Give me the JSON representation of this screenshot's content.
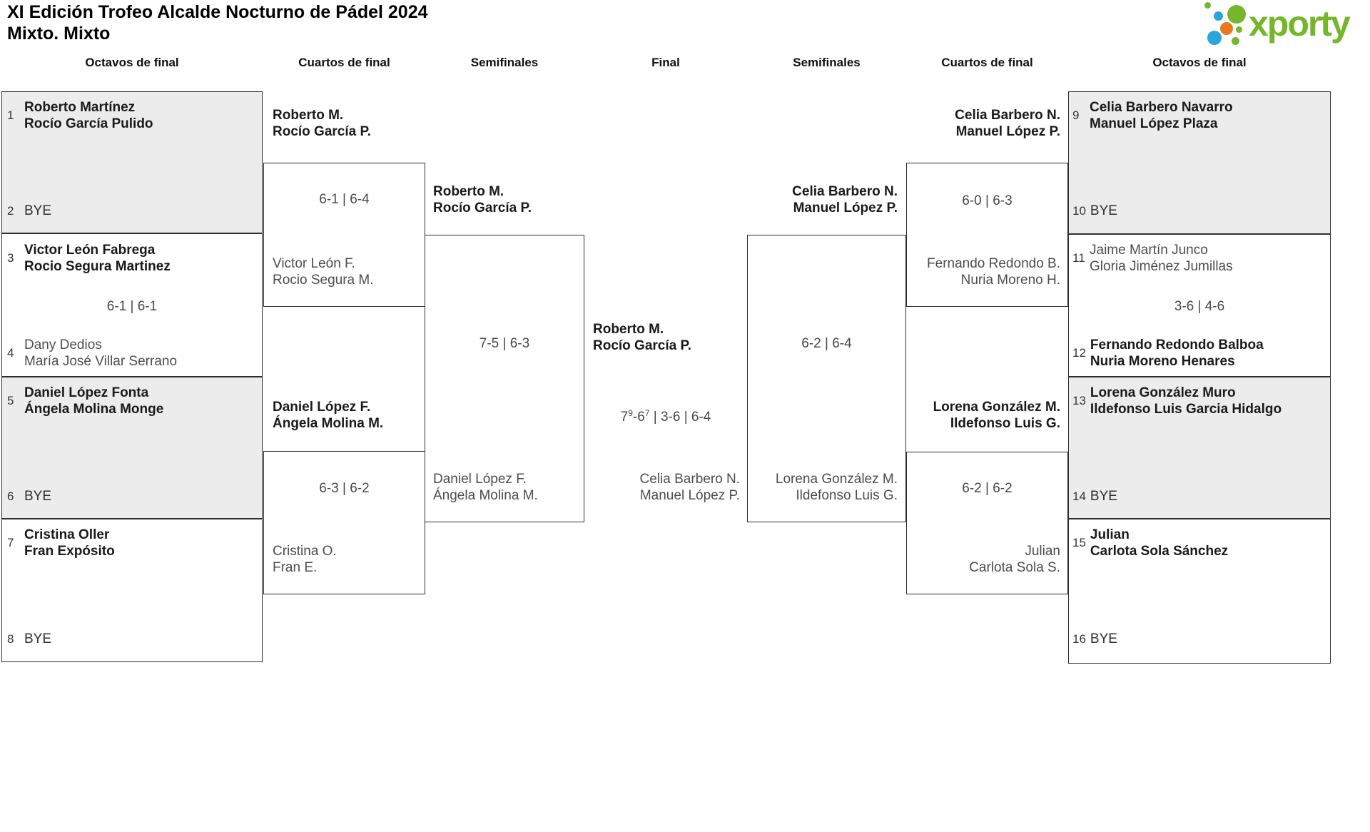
{
  "header": {
    "title": "XI Edición Trofeo Alcalde Nocturno de Pádel 2024",
    "subtitle": "Mixto. Mixto",
    "logo_text": "xporty"
  },
  "round_headers": [
    "Octavos de final",
    "Cuartos de final",
    "Semifinales",
    "Final",
    "Semifinales",
    "Cuartos de final",
    "Octavos de final"
  ],
  "octavos_left": {
    "m1": {
      "seed_a": "1",
      "team_a": [
        "Roberto Martínez",
        "Rocío García Pulido"
      ],
      "seed_b": "2",
      "bye": "BYE"
    },
    "m2": {
      "seed_a": "3",
      "team_a": [
        "Victor León Fabrega",
        "Rocio Segura Martinez"
      ],
      "score": "6-1 | 6-1",
      "seed_b": "4",
      "team_b": [
        "Dany Dedios",
        "María José Villar Serrano"
      ]
    },
    "m3": {
      "seed_a": "5",
      "team_a": [
        "Daniel López Fonta",
        "Ángela Molina Monge"
      ],
      "seed_b": "6",
      "bye": "BYE"
    },
    "m4": {
      "seed_a": "7",
      "team_a": [
        "Cristina Oller",
        "Fran Expósito"
      ],
      "seed_b": "8",
      "bye": "BYE"
    }
  },
  "octavos_right": {
    "m1": {
      "seed_a": "9",
      "team_a": [
        "Celia Barbero Navarro",
        "Manuel López Plaza"
      ],
      "seed_b": "10",
      "bye": "BYE"
    },
    "m2": {
      "seed_a": "11",
      "team_a": [
        "Jaime Martín Junco",
        "Gloria Jiménez Jumillas"
      ],
      "score": "3-6 | 4-6",
      "seed_b": "12",
      "team_b": [
        "Fernando Redondo Balboa",
        "Nuria Moreno Henares"
      ]
    },
    "m3": {
      "seed_a": "13",
      "team_a": [
        "Lorena González Muro",
        "Ildefonso Luis Garcia Hidalgo"
      ],
      "seed_b": "14",
      "bye": "BYE"
    },
    "m4": {
      "seed_a": "15",
      "team_a": [
        "Julian",
        "Carlota Sola Sánchez"
      ],
      "seed_b": "16",
      "bye": "BYE"
    }
  },
  "cuartos_left": {
    "m1": {
      "winner": [
        "Roberto M.",
        "Rocío García P."
      ],
      "score": "6-1 | 6-4",
      "loser": [
        "Victor León F.",
        "Rocio Segura M."
      ]
    },
    "m2": {
      "winner": [
        "Daniel López F.",
        "Ángela Molina M."
      ],
      "score": "6-3 | 6-2",
      "loser": [
        "Cristina O.",
        "Fran E."
      ]
    }
  },
  "cuartos_right": {
    "m1": {
      "winner": [
        "Celia Barbero N.",
        "Manuel López P."
      ],
      "score": "6-0 | 6-3",
      "loser": [
        "Fernando Redondo B.",
        "Nuria Moreno H."
      ]
    },
    "m2": {
      "winner": [
        "Lorena González M.",
        "Ildefonso Luis G."
      ],
      "score": "6-2 | 6-2",
      "loser": [
        "Julian",
        "Carlota Sola S."
      ]
    }
  },
  "semifinal_left": {
    "winner": [
      "Roberto M.",
      "Rocío García P."
    ],
    "score": "7-5 | 6-3",
    "loser": [
      "Daniel López F.",
      "Ángela Molina M."
    ]
  },
  "semifinal_right": {
    "winner": [
      "Celia Barbero N.",
      "Manuel López P."
    ],
    "score": "6-2 | 6-4",
    "loser": [
      "Lorena González M.",
      "Ildefonso Luis G."
    ]
  },
  "final": {
    "winner": [
      "Roberto M.",
      "Rocío García P."
    ],
    "score_parts": {
      "set1": "7",
      "set1_tb": "9",
      "set1b": "-6",
      "set1b_tb": "7",
      "rest": " | 3-6 | 6-4"
    },
    "loser": [
      "Celia Barbero N.",
      "Manuel López P."
    ]
  },
  "colors": {
    "brand_green": "#76b62b",
    "brand_blue": "#2aa4dc",
    "brand_orange": "#e8791e",
    "box_grey": "#ececec",
    "line": "#2e2e2e"
  }
}
